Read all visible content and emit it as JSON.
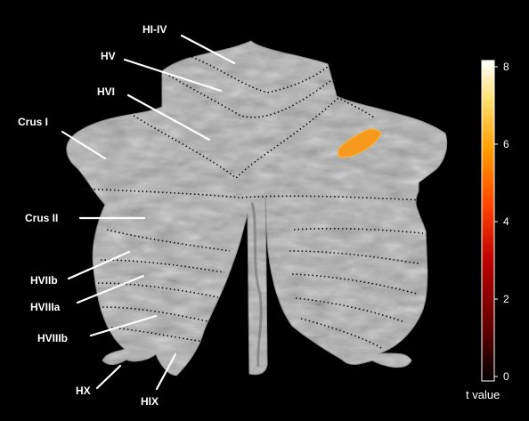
{
  "labels": {
    "hi_iv": "HI-IV",
    "hv": "HV",
    "hvi": "HVI",
    "crus_i": "Crus I",
    "crus_ii": "Crus II",
    "hviib": "HVIIb",
    "hviiia": "HVIIIa",
    "hviiib": "HVIIIb",
    "hx": "HX",
    "hix": "HIX"
  },
  "colorbar": {
    "title": "t value",
    "ticks": [
      "8",
      "6",
      "4",
      "2",
      "0"
    ],
    "range": [
      0,
      8
    ],
    "colors": [
      "#000000",
      "#5a0000",
      "#c00000",
      "#ff4500",
      "#ff9c00",
      "#ffe070",
      "#ffffff"
    ]
  },
  "activation_color": "#f59a1c",
  "background_color": "#000000",
  "tissue_color": "#a9a9a9"
}
